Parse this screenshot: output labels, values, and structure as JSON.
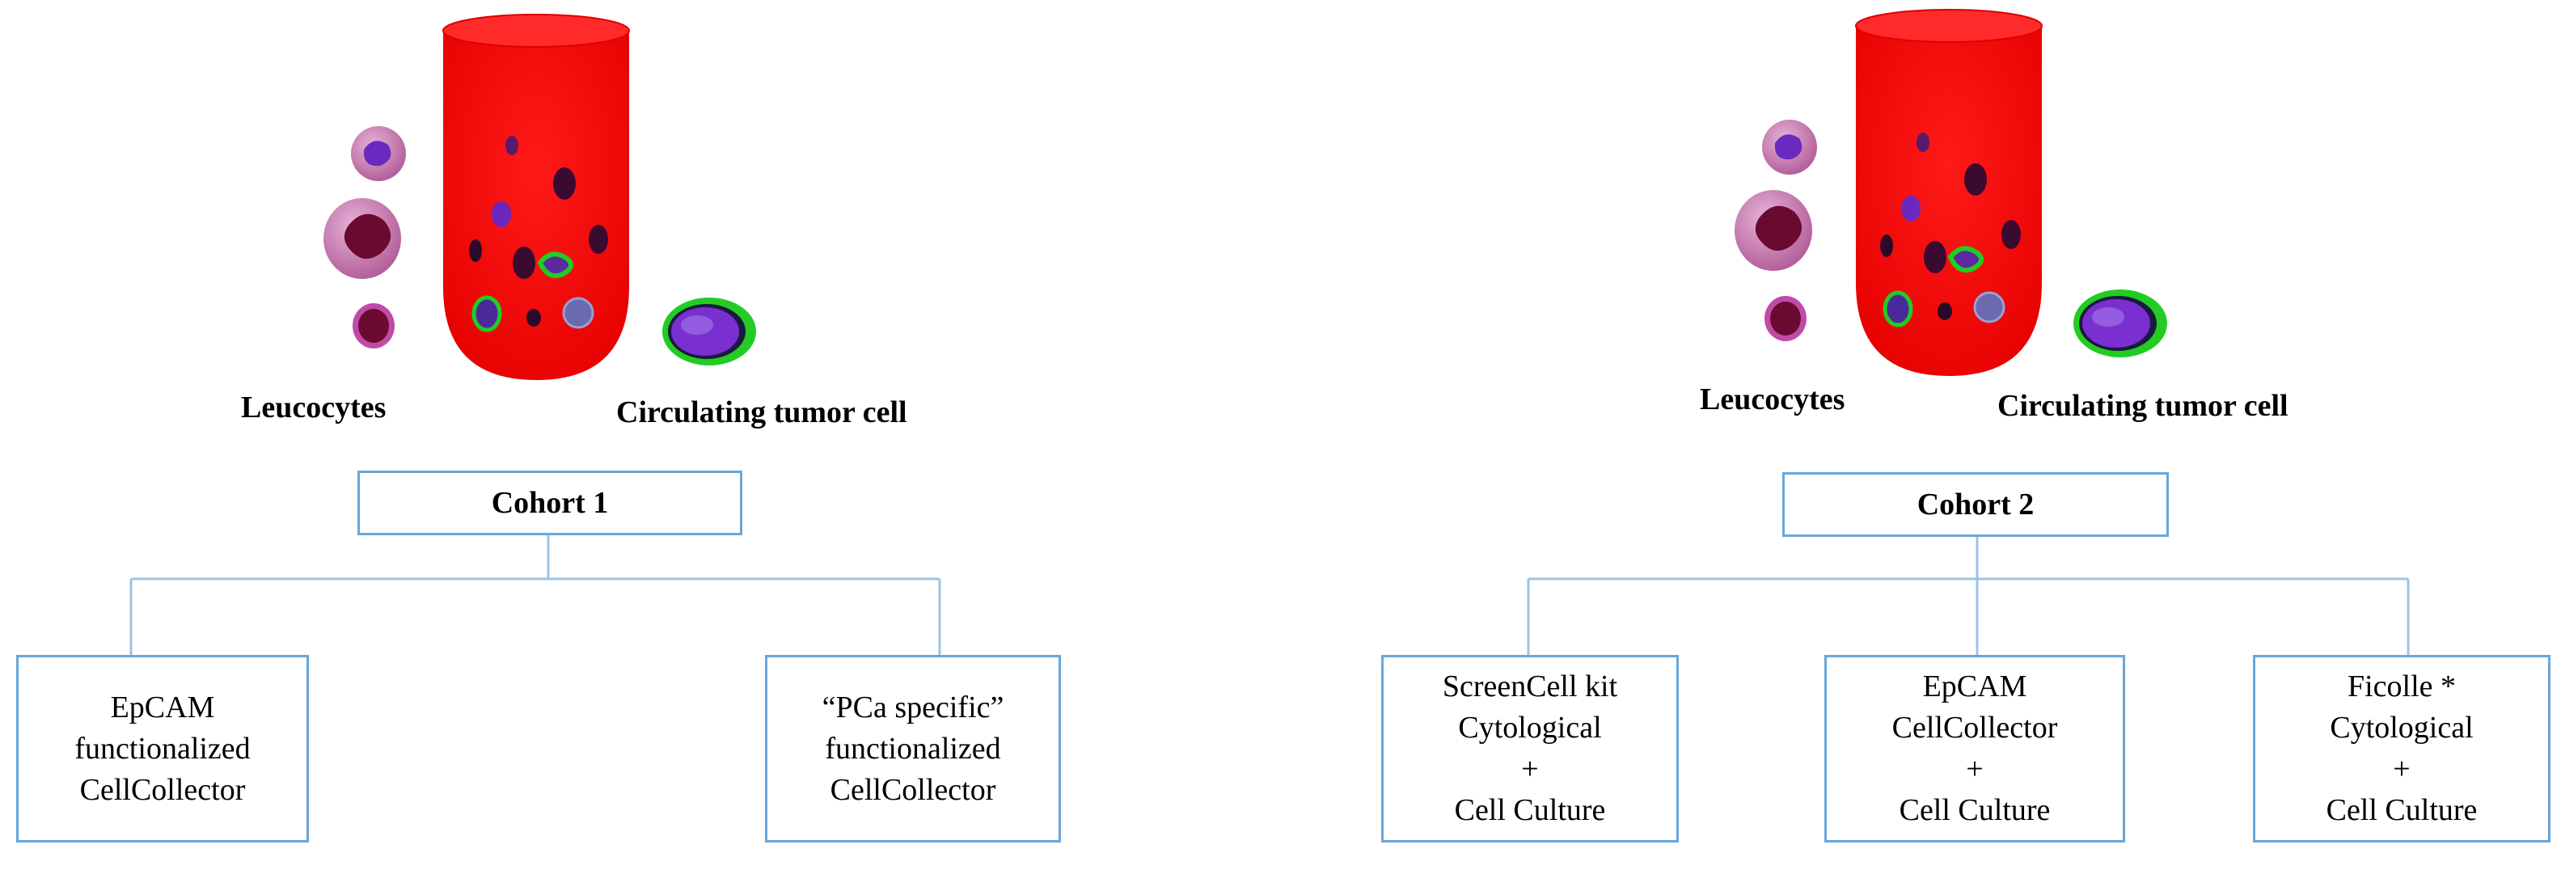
{
  "colors": {
    "tube": "#ff0000",
    "connector": "#9cc3e4",
    "box_border": "#6aa6d8",
    "tumor_cell_outline": "#22cc22",
    "tumor_cell_nucleus": "#7a2fd0",
    "leucocyte_pink": "#c04aa8"
  },
  "panels": [
    {
      "leucocytes_label": "Leucocytes",
      "ctc_label": "Circulating  tumor cell",
      "cohort": "Cohort 1",
      "methods": [
        {
          "lines": [
            "EpCAM",
            "functionalized",
            "CellCollector"
          ]
        },
        {
          "lines": [
            "“PCa specific”",
            "functionalized",
            "CellCollector"
          ]
        }
      ]
    },
    {
      "leucocytes_label": "Leucocytes",
      "ctc_label": "Circulating  tumor cell",
      "cohort": "Cohort 2",
      "methods": [
        {
          "lines": [
            "ScreenCell kit",
            "Cytological",
            "+",
            "Cell Culture"
          ]
        },
        {
          "lines": [
            "EpCAM",
            "CellCollector",
            "+",
            "Cell Culture"
          ]
        },
        {
          "lines": [
            "Ficolle *",
            "Cytological",
            "+",
            "Cell Culture"
          ]
        }
      ]
    }
  ]
}
